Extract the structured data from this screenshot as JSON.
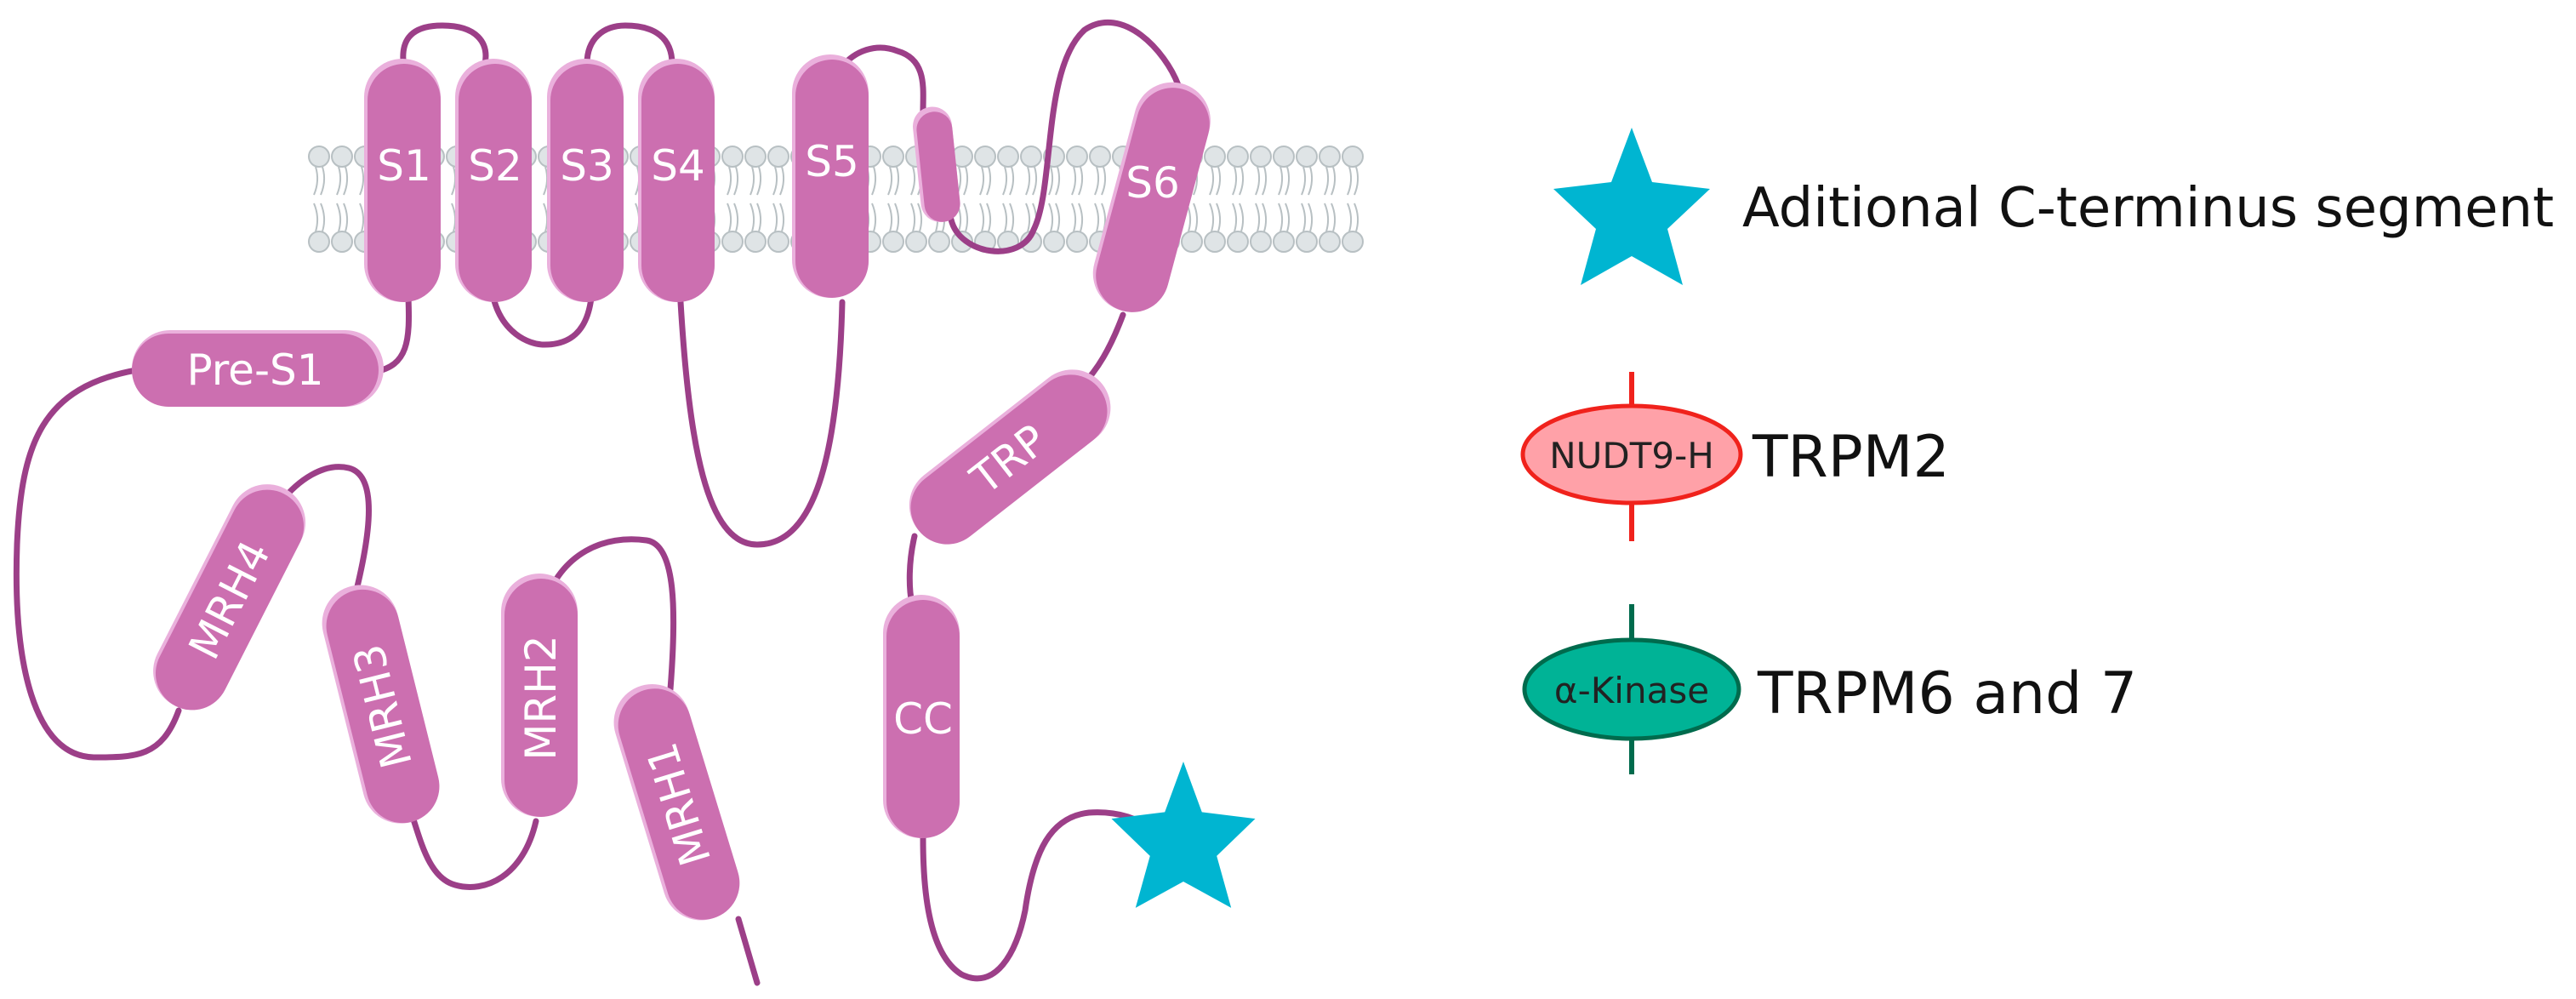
{
  "colors": {
    "helix": "#cc6fb0",
    "helix_edge": "#eab0dc",
    "loop": "#9c3f88",
    "lipid": "#dfe4e6",
    "lipid_edge": "#b8c0c3",
    "star": "#00b5d1",
    "nudt9_fill": "#ffa1a8",
    "nudt9_stroke": "#f0221c",
    "kinase_fill": "#00b396",
    "kinase_stroke": "#006b4d"
  },
  "segments": {
    "pre_s1": "Pre-S1",
    "s1": "S1",
    "s2": "S2",
    "s3": "S3",
    "s4": "S4",
    "s5": "S5",
    "s6": "S6",
    "trp": "TRP",
    "cc": "CC",
    "mrh4": "MRH4",
    "mrh3": "MRH3",
    "mrh2": "MRH2",
    "mrh1": "MRH1"
  },
  "legend": {
    "star_label": "Aditional C-terminus segment",
    "nudt9_badge": "NUDT9-H",
    "nudt9_label": "TRPM2",
    "kinase_badge": "α-Kinase",
    "kinase_label": "TRPM6 and 7",
    "star_icon": "star-icon",
    "nudt9_icon": "nudt9h-domain-icon",
    "kinase_icon": "alpha-kinase-domain-icon"
  }
}
